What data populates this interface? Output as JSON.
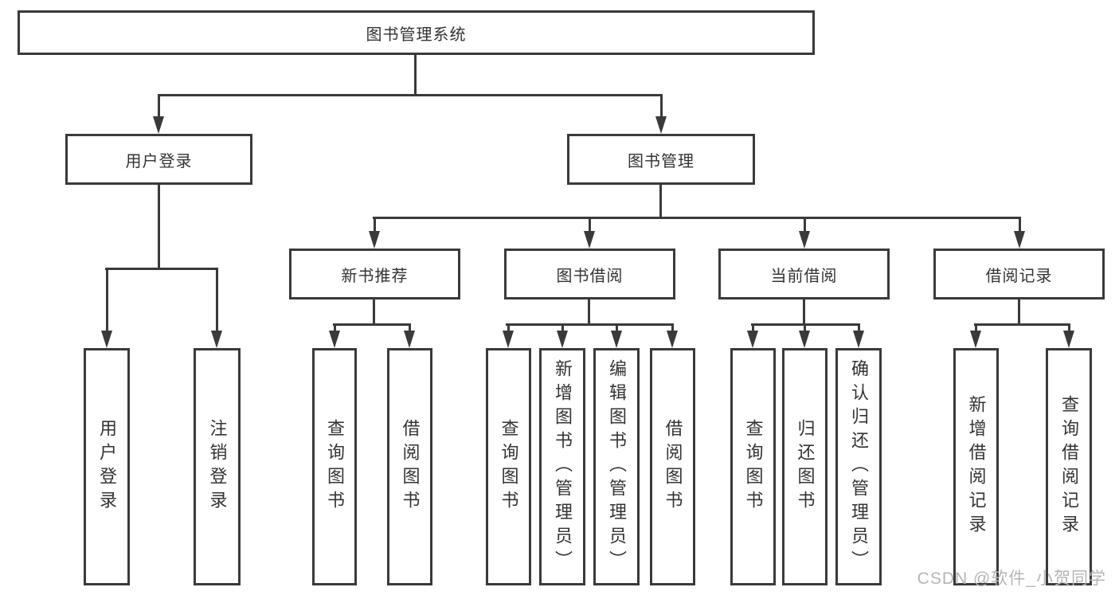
{
  "diagram_type": "hierarchy-tree",
  "nodes": {
    "root": "图书管理系统",
    "user_login": "用户登录",
    "book_management": "图书管理",
    "new_book_recommend": "新书推荐",
    "book_borrow": "图书借阅",
    "current_borrow": "当前借阅",
    "borrow_records": "借阅记录",
    "ul_user_login": "用户登录",
    "ul_logout": "注销登录",
    "nbr_query_books": "查询图书",
    "nbr_borrow_books": "借阅图书",
    "bb_query_books": "查询图书",
    "bb_add_books_admin": "新增图书（管理员）",
    "bb_edit_books_admin": "编辑图书（管理员）",
    "bb_borrow_books": "借阅图书",
    "cb_query_books": "查询图书",
    "cb_return_books": "归还图书",
    "cb_confirm_return_admin": "确认归还（管理员）",
    "br_add_record": "新增借阅记录",
    "br_query_record": "查询借阅记录"
  },
  "tree": {
    "id": "root",
    "children": [
      {
        "id": "user_login",
        "children": [
          {
            "id": "ul_user_login"
          },
          {
            "id": "ul_logout"
          }
        ]
      },
      {
        "id": "book_management",
        "children": [
          {
            "id": "new_book_recommend",
            "children": [
              {
                "id": "nbr_query_books"
              },
              {
                "id": "nbr_borrow_books"
              }
            ]
          },
          {
            "id": "book_borrow",
            "children": [
              {
                "id": "bb_query_books"
              },
              {
                "id": "bb_add_books_admin"
              },
              {
                "id": "bb_edit_books_admin"
              },
              {
                "id": "bb_borrow_books"
              }
            ]
          },
          {
            "id": "current_borrow",
            "children": [
              {
                "id": "cb_query_books"
              },
              {
                "id": "cb_return_books"
              },
              {
                "id": "cb_confirm_return_admin"
              }
            ]
          },
          {
            "id": "borrow_records",
            "children": [
              {
                "id": "br_add_record"
              },
              {
                "id": "br_query_record"
              }
            ]
          }
        ]
      }
    ]
  },
  "watermark": {
    "text": "CSDN @软件_小贺同学"
  },
  "colors": {
    "line": "#3a3a3a",
    "text": "#333333",
    "box_background": "#ffffff",
    "watermark": "#b5b5b5",
    "page_background": "#ffffff"
  }
}
